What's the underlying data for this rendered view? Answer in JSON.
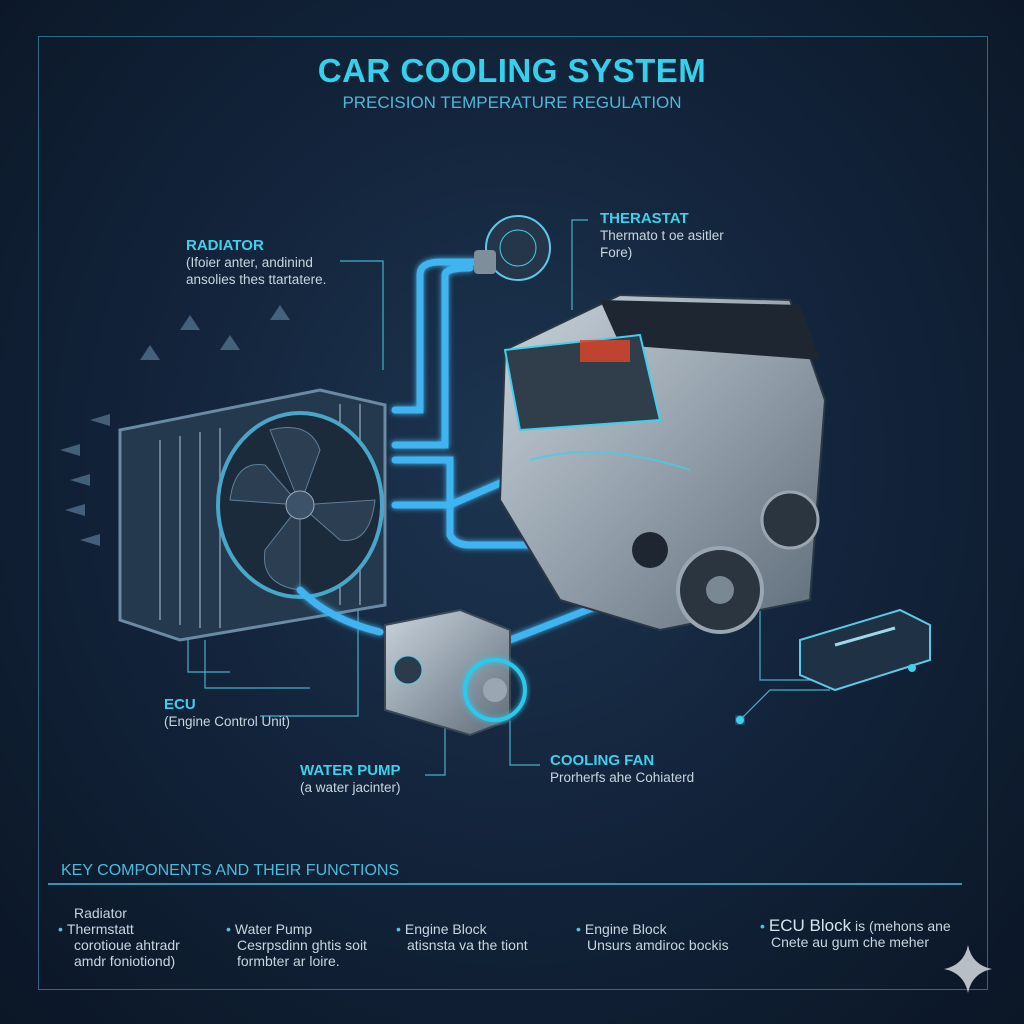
{
  "header": {
    "title": "CAR COOLING SYSTEM",
    "subtitle": "PRECISION TEMPERATURE REGULATION"
  },
  "labels": {
    "radiator": {
      "title": "RADIATOR",
      "line1": "(Ifoier anter, andinind",
      "line2": "ansolies thes ttartatere."
    },
    "thermostat": {
      "title": "THERASTAT",
      "line1": "Thermato t oe asitler",
      "line2": "Fore)"
    },
    "ecu": {
      "title": "ECU",
      "line1": "(Engine Control Unit)"
    },
    "water_pump": {
      "title": "WATER PUMP",
      "line1": "(a water jacinter)"
    },
    "cooling_fan": {
      "title": "COOLING FAN",
      "line1": "Prorherfs ahe Cohiaterd"
    }
  },
  "key": {
    "title": "KEY COMPONENTS AND THEIR FUNCTIONS",
    "columns": [
      {
        "pre": "Radiator",
        "title": "Thermstatt",
        "lines": [
          "corotioue ahtradr",
          "amdr foniotiond)"
        ]
      },
      {
        "title": "Water Pump",
        "lines": [
          "Cesrpsdinn ghtis soit",
          "formbter ar loire."
        ]
      },
      {
        "title": "Engine Block",
        "lines": [
          "atisnsta va the tiont"
        ]
      },
      {
        "title": "Engine Block",
        "lines": [
          "Unsurs amdiroc bockis"
        ]
      },
      {
        "title": "ECU Block",
        "title_suffix": "is (mehons ane",
        "lines": [
          "Cnete au gum che meher"
        ]
      }
    ]
  },
  "colors": {
    "accent": "#35d0ea",
    "pipe": "#3fb4f0",
    "background": "#12233a"
  }
}
